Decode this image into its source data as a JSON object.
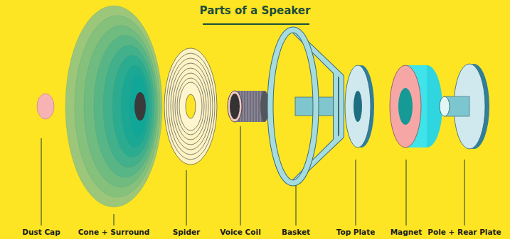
{
  "diagram": {
    "title": "Parts of a Speaker",
    "labels": [
      "Dust Cap",
      "Cone + Surround",
      "Spider",
      "Voice Coil",
      "Basket",
      "Top Plate",
      "Magnet",
      "Pole + Rear Plate"
    ]
  }
}
